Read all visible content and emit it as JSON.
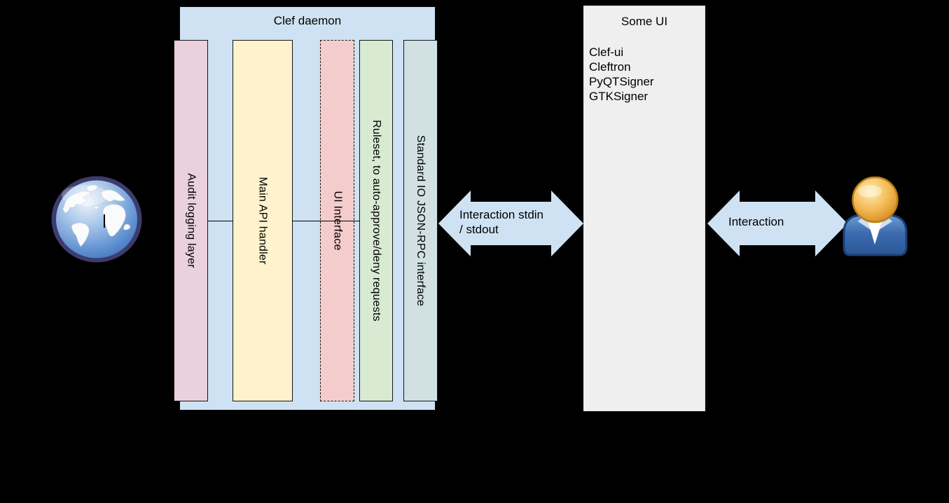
{
  "colors": {
    "background": "#000000",
    "daemon_container": "#cfe2f3",
    "audit_column": "#ead1dc",
    "api_column": "#fff2cc",
    "ui_interface_column": "#f4cccc",
    "ruleset_column": "#d9ead3",
    "stdio_column": "#d0e0e3",
    "arrow_fill": "#cfe2f3",
    "some_ui_box": "#efefef",
    "text": "#000000"
  },
  "daemon": {
    "title": "Clef daemon",
    "columns": [
      {
        "label": "Audit logging layer",
        "color": "#ead1dc",
        "border_style": "solid"
      },
      {
        "label": "Main API handler",
        "color": "#fff2cc",
        "border_style": "solid"
      },
      {
        "label": "UI Interface",
        "color": "#f4cccc",
        "border_style": "dashed"
      },
      {
        "label": "Ruleset, to auto-approve/deny requests",
        "color": "#d9ead3",
        "border_style": "solid"
      },
      {
        "label": "Standard IO JSON-RPC interface",
        "color": "#d0e0e3",
        "border_style": "solid"
      }
    ]
  },
  "arrows": {
    "stdio_arrow": {
      "lines": [
        "Interaction stdin",
        "/ stdout"
      ]
    },
    "user_arrow": {
      "label": "Interaction"
    }
  },
  "some_ui": {
    "title": "Some UI",
    "items": [
      "Clef-ui",
      "Cleftron",
      "PyQTSigner",
      "GTKSigner"
    ]
  },
  "icons": {
    "left": "globe-icon",
    "right": "user-icon"
  }
}
